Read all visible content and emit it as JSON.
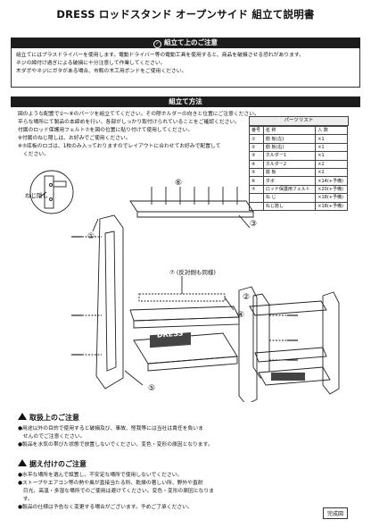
{
  "title": "DRESS ロッドスタンド オープンサイド 組立て説明書",
  "notice_header": "組立て上のご注意",
  "notice_lines": [
    "組立てにはプラスドライバーを使用します。電動ドライバー等の電動工具を使用すると、商品を破損させる恐れがあります。",
    "ネジの締付け過ぎによる破損に十分注意して作業してください。",
    "木ダボやネジにガタがある場合、市販の木工用ボンドをご使用ください。"
  ],
  "method_header": "組立て方法",
  "method_lines": [
    "図のような配置で①～⑧のパーツを組立ててください。その際ホルダーの向きと位置にご注意ください。",
    "平らな場所にて製品の本締めを行い、各部がしっかり取付けられていることをご確認ください。",
    "付属のロッド保護用フェルト⑦を図の位置に貼り付けて使用してください。",
    "※付属のねじ隠しは、お好みでご使用ください。",
    "※⑤底板のロゴは、1枚のみ入っておりますのでレイアウトに合わせてお好みで配置して",
    "ください。"
  ],
  "parts_list": {
    "title": "パーツリスト",
    "headers": [
      "番号",
      "名 称",
      "入 数"
    ],
    "rows": [
      [
        "①",
        "側 板(左)",
        "×1"
      ],
      [
        "②",
        "側 板(右)",
        "×1"
      ],
      [
        "③",
        "ホルダー1",
        "×1"
      ],
      [
        "④",
        "ホルダー2",
        "×2"
      ],
      [
        "⑤",
        "底 板",
        "×2"
      ],
      [
        "⑥",
        "ダボ",
        "×14(+予備)"
      ],
      [
        "⑦",
        "ロッド保護用フェルト",
        "×20(+予備)"
      ],
      [
        "",
        "ね じ",
        "×18(+予備)"
      ],
      [
        "",
        "ねじ隠し",
        "×18(+予備)"
      ]
    ]
  },
  "diagram": {
    "screw_cover_label": "ねじ隠し",
    "felt_label": "⑦ (反対側も同様)",
    "logo_text": "DRESS",
    "part_numbers": [
      "①",
      "②",
      "③",
      "④",
      "⑤",
      "⑥"
    ],
    "complete_label": "完成図"
  },
  "handling": {
    "header": "取扱上のご注意",
    "lines": [
      "●用途以外の目的で使用すると破損及び、事故、怪我等には当社は責任を負いま",
      "　せんのでご注意ください。",
      "●製品を水気の帯びた状態で放置しないでください。変色・変形の原因となります。"
    ]
  },
  "placement": {
    "header": "据え付けのご注意",
    "lines": [
      "●水平な場所を選んで設置し、不安定な場所で使用しないでください。",
      "●ストーブやエアコン等の熱や風が直接当たる所、乾燥の著しい所、野外や直射",
      "　日光、高温・多湿な場所でのご使用は避けてください。変色・変形の原因となりま",
      "　す。",
      "●製品の仕様は予告なく変更する場合がございます。予めご了承ください。"
    ]
  }
}
